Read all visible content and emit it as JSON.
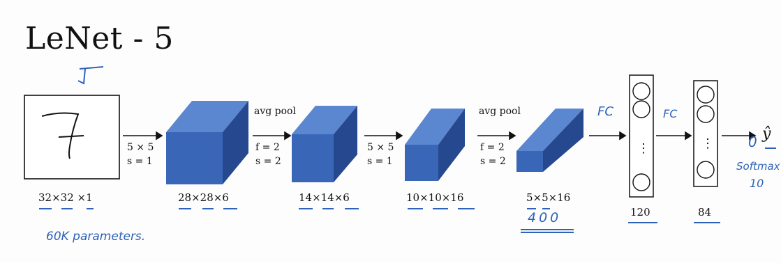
{
  "title": "LeNet - 5",
  "input_digit": "7",
  "volumes": [
    {
      "dims": "32×32 ×1"
    },
    {
      "dims": "28×28×6"
    },
    {
      "dims": "14×14×6"
    },
    {
      "dims": "10×10×16"
    },
    {
      "dims": "5×5×16"
    },
    {
      "dims": "120"
    },
    {
      "dims": "84"
    }
  ],
  "operations": [
    {
      "name": "",
      "line1": "5 × 5",
      "line2": "s = 1"
    },
    {
      "name": "avg pool",
      "line1": "f = 2",
      "line2": "s = 2"
    },
    {
      "name": "",
      "line1": "5 × 5",
      "line2": "s = 1"
    },
    {
      "name": "avg pool",
      "line1": "f = 2",
      "line2": "s = 2"
    }
  ],
  "fc_dots": "⋮",
  "output_label": "ŷ",
  "handwritten": {
    "fc1": "FC",
    "fc2": "FC",
    "flat_size": "400",
    "softmax": "Softmax",
    "classes": "10",
    "output_neuron": "0",
    "params": "60K parameters."
  },
  "colors": {
    "cube_front": "#3a66b8",
    "cube_top": "#5b86d0",
    "cube_side": "#26488f",
    "ink": "#2d62b8"
  }
}
